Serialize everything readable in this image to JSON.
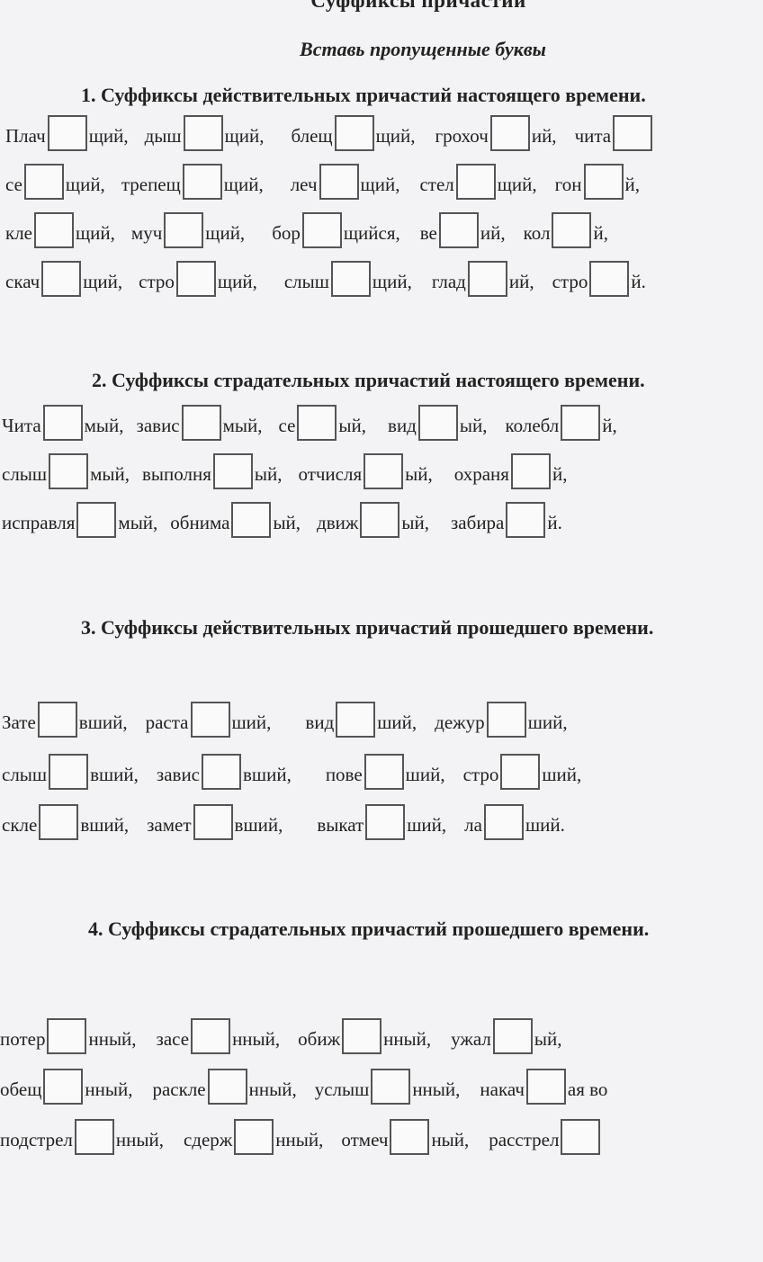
{
  "title": "Суффиксы причастий",
  "subtitle": "Вставь пропущенные буквы",
  "sections": [
    {
      "heading": "1. Суффиксы действительных причастий настоящего времени.",
      "rows": [
        [
          [
            "Плач",
            "щий,"
          ],
          [
            "дыш",
            "щий,"
          ],
          [
            "блещ",
            "щий,"
          ],
          [
            "грохоч",
            "ий,"
          ],
          [
            "чита",
            ""
          ]
        ],
        [
          [
            "се",
            "щий,"
          ],
          [
            "трепещ",
            "щий,"
          ],
          [
            "леч",
            "щий,"
          ],
          [
            "стел",
            "щий,"
          ],
          [
            "гон",
            "й,"
          ]
        ],
        [
          [
            "кле",
            "щий,"
          ],
          [
            "муч",
            "щий,"
          ],
          [
            "бор",
            "щийся,"
          ],
          [
            "ве",
            "ий,"
          ],
          [
            "кол",
            "й,"
          ]
        ],
        [
          [
            "скач",
            "щий,"
          ],
          [
            "стро",
            "щий,"
          ],
          [
            "слыш",
            "щий,"
          ],
          [
            "глад",
            "ий,"
          ],
          [
            "стро",
            "й."
          ]
        ]
      ]
    },
    {
      "heading": "2. Суффиксы страдательных причастий настоящего времени.",
      "rows": [
        [
          [
            "Чита",
            "мый,"
          ],
          [
            "завис",
            "мый,"
          ],
          [
            "се",
            "ый,"
          ],
          [
            "вид",
            "ый,"
          ],
          [
            "колебл",
            "й,"
          ]
        ],
        [
          [
            "слыш",
            "мый,"
          ],
          [
            "выполня",
            "ый,"
          ],
          [
            "отчисля",
            "ый,"
          ],
          [
            "охраня",
            "й,"
          ]
        ],
        [
          [
            "исправля",
            "мый,"
          ],
          [
            "обнима",
            "ый,"
          ],
          [
            "движ",
            "ый,"
          ],
          [
            "забира",
            "й."
          ]
        ]
      ]
    },
    {
      "heading": "3. Суффиксы действительных причастий прошедшего времени.",
      "rows": [
        [
          [
            "Зате",
            "вший,"
          ],
          [
            "раста",
            "ший,"
          ],
          [
            "вид",
            "ший,"
          ],
          [
            "дежур",
            "ший,"
          ]
        ],
        [
          [
            "слыш",
            "вший,"
          ],
          [
            "завис",
            "вший,"
          ],
          [
            "пове",
            "ший,"
          ],
          [
            "стро",
            "ший,"
          ]
        ],
        [
          [
            "скле",
            "вший,"
          ],
          [
            "замет",
            "вший,"
          ],
          [
            "выкат",
            "ший,"
          ],
          [
            "ла",
            "ший."
          ]
        ]
      ]
    },
    {
      "heading": "4. Суффиксы страдательных причастий прошедшего времени.",
      "rows": [
        [
          [
            "потер",
            "нный,"
          ],
          [
            "засе",
            "нный,"
          ],
          [
            "обиж",
            "нный,"
          ],
          [
            "ужал",
            "ый,"
          ]
        ],
        [
          [
            "обещ",
            "нный,"
          ],
          [
            "раскле",
            "нный,"
          ],
          [
            "услыш",
            "нный,"
          ],
          [
            "накач",
            "ая во"
          ]
        ],
        [
          [
            "подстрел",
            "нный,"
          ],
          [
            "сдерж",
            "нный,"
          ],
          [
            "отмеч",
            "ный,"
          ],
          [
            "расстрел",
            ""
          ]
        ]
      ]
    }
  ]
}
